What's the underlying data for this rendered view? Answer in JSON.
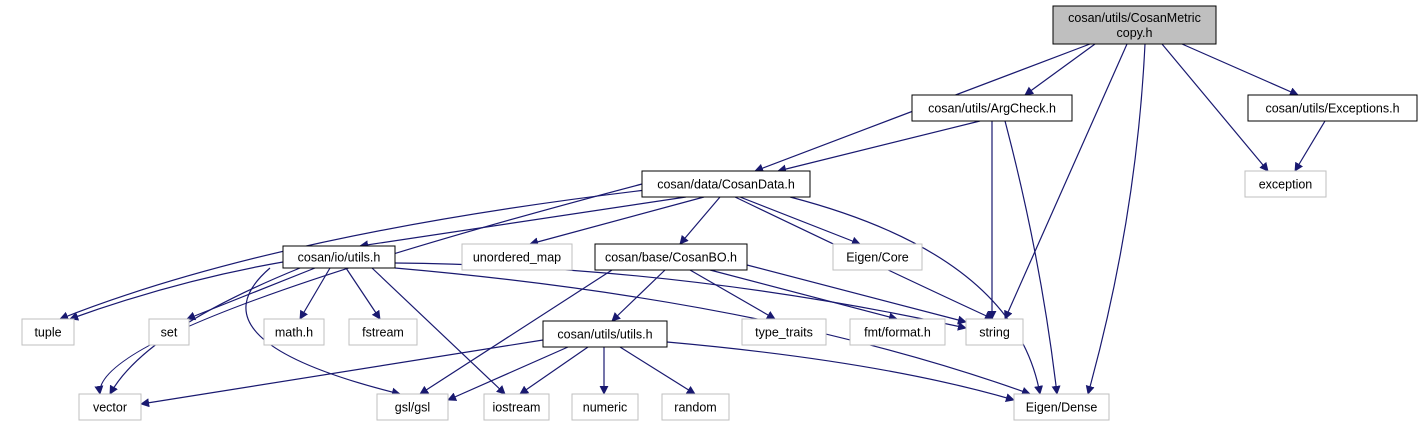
{
  "diagram": {
    "edge_color": "#191970",
    "root_fill": "#bfbfbf",
    "external_border": "#bfbfbf",
    "nodes": [
      {
        "id": "root",
        "lines": [
          "cosan/utils/CosanMetric",
          "copy.h"
        ],
        "kind": "root"
      },
      {
        "id": "argcheck",
        "lines": [
          "cosan/utils/ArgCheck.h"
        ],
        "kind": "file"
      },
      {
        "id": "exceptions",
        "lines": [
          "cosan/utils/Exceptions.h"
        ],
        "kind": "file"
      },
      {
        "id": "cosandata",
        "lines": [
          "cosan/data/CosanData.h"
        ],
        "kind": "file"
      },
      {
        "id": "exception",
        "lines": [
          "exception"
        ],
        "kind": "external"
      },
      {
        "id": "ioutils",
        "lines": [
          "cosan/io/utils.h"
        ],
        "kind": "file"
      },
      {
        "id": "unordered",
        "lines": [
          "unordered_map"
        ],
        "kind": "external"
      },
      {
        "id": "cosanbo",
        "lines": [
          "cosan/base/CosanBO.h"
        ],
        "kind": "file"
      },
      {
        "id": "eigencore",
        "lines": [
          "Eigen/Core"
        ],
        "kind": "external"
      },
      {
        "id": "tuple",
        "lines": [
          "tuple"
        ],
        "kind": "external"
      },
      {
        "id": "set",
        "lines": [
          "set"
        ],
        "kind": "external"
      },
      {
        "id": "math",
        "lines": [
          "math.h"
        ],
        "kind": "external"
      },
      {
        "id": "fstream",
        "lines": [
          "fstream"
        ],
        "kind": "external"
      },
      {
        "id": "utilsutils",
        "lines": [
          "cosan/utils/utils.h"
        ],
        "kind": "file"
      },
      {
        "id": "typetraits",
        "lines": [
          "type_traits"
        ],
        "kind": "external"
      },
      {
        "id": "fmt",
        "lines": [
          "fmt/format.h"
        ],
        "kind": "external"
      },
      {
        "id": "string",
        "lines": [
          "string"
        ],
        "kind": "external"
      },
      {
        "id": "vector",
        "lines": [
          "vector"
        ],
        "kind": "external"
      },
      {
        "id": "gsl",
        "lines": [
          "gsl/gsl"
        ],
        "kind": "external"
      },
      {
        "id": "iostream",
        "lines": [
          "iostream"
        ],
        "kind": "external"
      },
      {
        "id": "numeric",
        "lines": [
          "numeric"
        ],
        "kind": "external"
      },
      {
        "id": "random",
        "lines": [
          "random"
        ],
        "kind": "external"
      },
      {
        "id": "eigendense",
        "lines": [
          "Eigen/Dense"
        ],
        "kind": "external"
      }
    ],
    "edges": [
      [
        "root",
        "cosandata"
      ],
      [
        "root",
        "argcheck"
      ],
      [
        "root",
        "string"
      ],
      [
        "root",
        "eigendense"
      ],
      [
        "root",
        "exception"
      ],
      [
        "root",
        "exceptions"
      ],
      [
        "argcheck",
        "cosandata"
      ],
      [
        "argcheck",
        "string"
      ],
      [
        "argcheck",
        "eigendense"
      ],
      [
        "exceptions",
        "exception"
      ],
      [
        "cosandata",
        "vector"
      ],
      [
        "cosandata",
        "tuple"
      ],
      [
        "cosandata",
        "ioutils"
      ],
      [
        "cosandata",
        "unordered"
      ],
      [
        "cosandata",
        "cosanbo"
      ],
      [
        "cosandata",
        "eigencore"
      ],
      [
        "cosandata",
        "string"
      ],
      [
        "cosandata",
        "eigendense"
      ],
      [
        "ioutils",
        "vector"
      ],
      [
        "ioutils",
        "tuple"
      ],
      [
        "ioutils",
        "set"
      ],
      [
        "ioutils",
        "math"
      ],
      [
        "ioutils",
        "fstream"
      ],
      [
        "ioutils",
        "gsl"
      ],
      [
        "ioutils",
        "iostream"
      ],
      [
        "ioutils",
        "string"
      ],
      [
        "ioutils",
        "eigendense"
      ],
      [
        "cosanbo",
        "gsl"
      ],
      [
        "cosanbo",
        "utilsutils"
      ],
      [
        "cosanbo",
        "typetraits"
      ],
      [
        "cosanbo",
        "fmt"
      ],
      [
        "cosanbo",
        "string"
      ],
      [
        "utilsutils",
        "vector"
      ],
      [
        "utilsutils",
        "gsl"
      ],
      [
        "utilsutils",
        "iostream"
      ],
      [
        "utilsutils",
        "numeric"
      ],
      [
        "utilsutils",
        "random"
      ],
      [
        "utilsutils",
        "eigendense"
      ]
    ]
  }
}
